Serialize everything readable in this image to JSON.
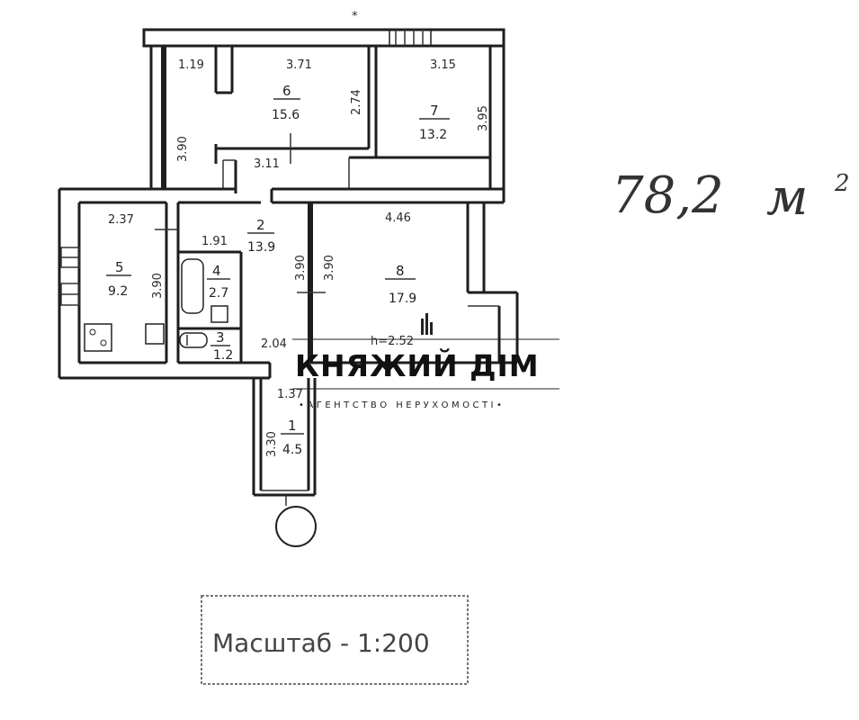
{
  "total_area": "78,2",
  "total_area_unit": "м",
  "total_area_sup": "2",
  "rooms": [
    {
      "id": "1",
      "area": "4.5",
      "dims": [
        "1.37",
        "3.30"
      ]
    },
    {
      "id": "2",
      "area": "13.9",
      "dims": [
        "1.91",
        "3.90",
        "2.04"
      ]
    },
    {
      "id": "3",
      "area": "1.2",
      "dims": []
    },
    {
      "id": "4",
      "area": "2.7",
      "dims": []
    },
    {
      "id": "5",
      "area": "9.2",
      "dims": [
        "2.37",
        "3.90"
      ]
    },
    {
      "id": "6",
      "area": "15.6",
      "dims": [
        "3.71",
        "2.74",
        "3.11"
      ]
    },
    {
      "id": "7",
      "area": "13.2",
      "dims": [
        "3.15",
        "3.95"
      ]
    },
    {
      "id": "8",
      "area": "17.9",
      "dims": [
        "4.46",
        "3.90"
      ]
    }
  ],
  "extra_dims": [
    "1.19",
    "3.90"
  ],
  "ceiling_height": "h=2.52",
  "watermark": {
    "brand": "КНЯЖИЙ ДІМ",
    "tagline": "•АГЕНТСТВО НЕРУХОМОСТІ•"
  },
  "scale_stamp": "Масштаб - 1:200"
}
